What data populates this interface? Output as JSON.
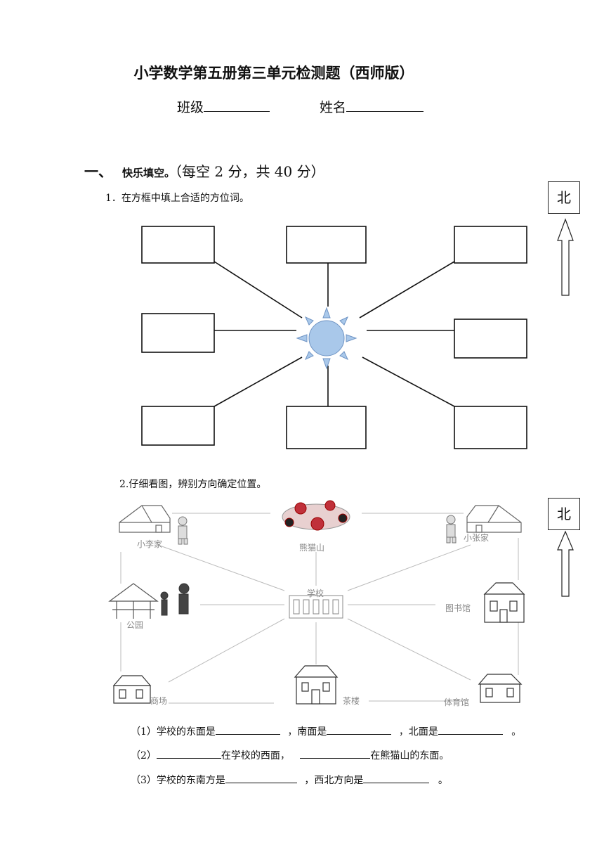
{
  "header": {
    "title": "小学数学第五册第三单元检测题（西师版）",
    "class_label": "班级",
    "name_label": "姓名"
  },
  "section1": {
    "number": "一、",
    "heading": "快乐填空。",
    "points": "（每空 2 分，共 40 分）"
  },
  "q1": {
    "text": "1．在方框中填上合适的方位词。",
    "north": "北"
  },
  "q2": {
    "text": "2.仔细看图，辨别方向确定位置。",
    "north": "北",
    "places": {
      "xiaoli": "小李家",
      "panda": "熊猫山",
      "xiaozhang": "小张家",
      "park": "公园",
      "school": "学校",
      "library": "图书馆",
      "mall": "商场",
      "teahouse": "茶楼",
      "gym": "体育馆"
    }
  },
  "fill_items": {
    "item1": {
      "prefix": "（1）学校的东面是",
      "mid1": "，南面是",
      "mid2": "，北面是",
      "end": "。"
    },
    "item2": {
      "prefix": "（2）",
      "mid1": "在学校的西面，",
      "mid2": "在熊猫山的东面。"
    },
    "item3": {
      "prefix": "（3）学校的东南方是",
      "mid1": "，西北方向是",
      "end": "。"
    }
  }
}
